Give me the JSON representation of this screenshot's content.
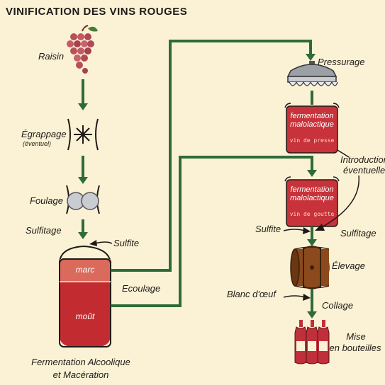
{
  "title": "VINIFICATION DES VINS ROUGES",
  "labels": {
    "raisin": "Raisin",
    "egrappage": "Égrappage",
    "egrappage_note": "(éventuel)",
    "foulage": "Foulage",
    "sulfitage_left": "Sulfitage",
    "sulfite_left": "Sulfite",
    "marc": "marc",
    "mout": "moût",
    "ecoulage": "Ecoulage",
    "fermentation_line1": "Fermentation Alcoolique",
    "fermentation_line2": "et Macération",
    "pressurage": "Pressurage",
    "box1_line1": "fermentation",
    "box1_line2": "malolactique",
    "box1_sub": "vin de presse",
    "box2_line1": "fermentation",
    "box2_line2": "malolactique",
    "box2_sub": "vin de goutte",
    "introduction_line1": "Introduction",
    "introduction_line2": "éventuelle",
    "sulfite_right": "Sulfite",
    "sulfitage_right": "Sulfitage",
    "elevage": "Élevage",
    "blanc_oeuf": "Blanc d'œuf",
    "collage": "Collage",
    "mise_line1": "Mise",
    "mise_line2": "en bouteilles"
  },
  "colors": {
    "background": "#fbf2d5",
    "flow_line": "#2e6b3a",
    "vat_top": "#d96a5c",
    "vat_bottom": "#c22b2f",
    "box_red": "#c8323a",
    "barrel": "#8a4a1c",
    "bottle": "#c0303a"
  },
  "icons": [
    "grape-icon",
    "destemmer-icon",
    "crusher-icon",
    "press-icon",
    "barrel-icon",
    "bottle-icon"
  ]
}
